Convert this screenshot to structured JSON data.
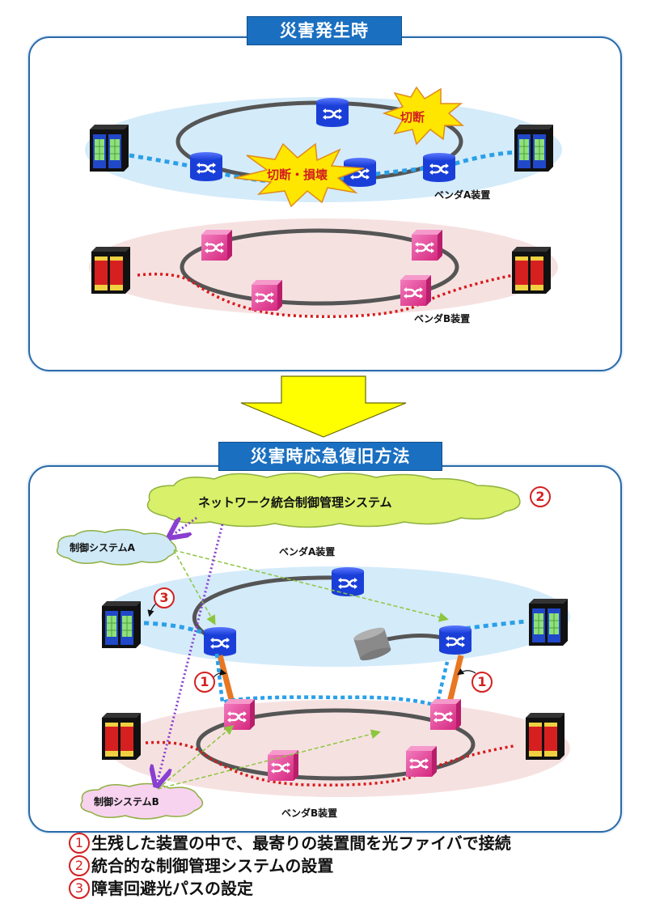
{
  "top_panel": {
    "title": "災害発生時",
    "burst_small": "切断",
    "burst_large": "切断・損壊",
    "vendor_a_label": "ベンダA装置",
    "vendor_b_label": "ベンダB装置"
  },
  "bottom_panel": {
    "title": "災害時応急復旧方法",
    "integrated_system": "ネットワーク統合制御管理システム",
    "control_system_a": "制御システムA",
    "control_system_b": "制御システムB",
    "vendor_a_label": "ベンダA装置",
    "vendor_b_label": "ベンダB装置",
    "badge_integrated": "2",
    "badge_path": "3",
    "badge_fiber_left": "1",
    "badge_fiber_right": "1"
  },
  "legend": {
    "items": [
      {
        "num": "1",
        "text": "生残した装置の中で、最寄りの装置間を光ファイバで接続"
      },
      {
        "num": "2",
        "text": "統合的な制御管理システムの設置"
      },
      {
        "num": "3",
        "text": "障害回避光パスの設定"
      }
    ]
  },
  "colors": {
    "panel_border": "#2a6aa8",
    "title_bg": "#1a6fc0",
    "vendor_a_device": "#1a3fd8",
    "vendor_b_device": "#e8409a",
    "vendor_a_zone": "#d4ebfa",
    "vendor_b_zone": "#f6e1e1",
    "accent_red": "#d42020",
    "arrow_yellow": "#ffff00",
    "cloud_green": "#d8f06a",
    "cloud_blue": "#cfe9f7",
    "cloud_pink": "#f7d3ef",
    "fiber_orange": "#e87722"
  }
}
